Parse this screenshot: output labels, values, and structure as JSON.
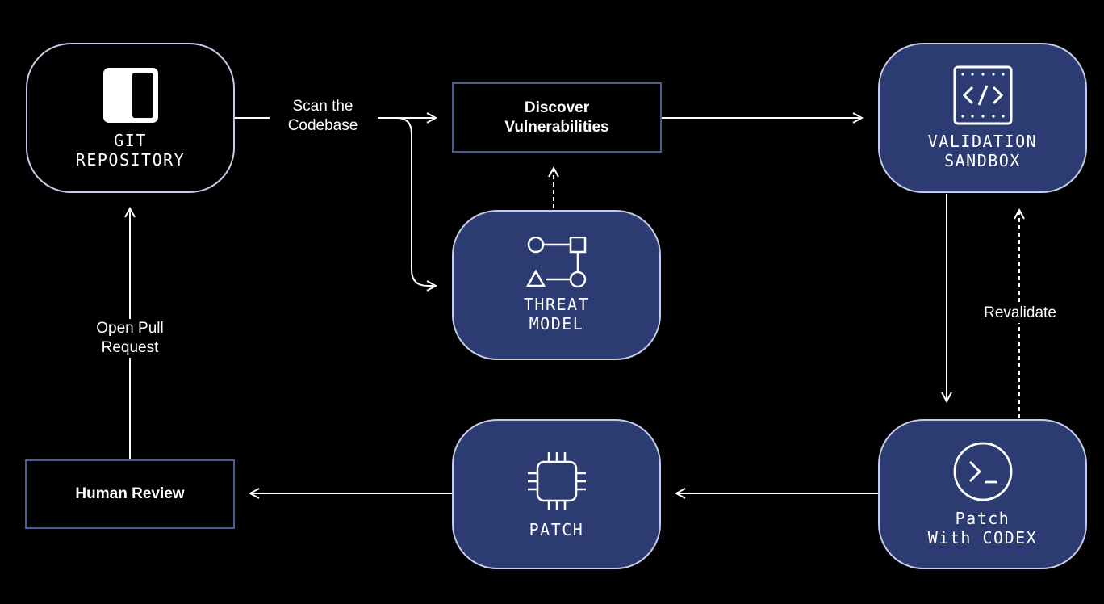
{
  "nodes": {
    "git_repository": "GIT\nREPOSITORY",
    "discover_vulnerabilities": "Discover\nVulnerabilities",
    "validation_sandbox": "VALIDATION\nSANDBOX",
    "threat_model": "THREAT\nMODEL",
    "human_review": "Human Review",
    "patch": "PATCH",
    "patch_with_codex": "Patch\nWith CODEX"
  },
  "edges": {
    "scan_the_codebase": "Scan the\nCodebase",
    "open_pull_request": "Open Pull\nRequest",
    "revalidate": "Revalidate"
  },
  "icons": {
    "git_repository": "split-panel-icon",
    "validation_sandbox": "code-window-icon",
    "threat_model": "shapes-graph-icon",
    "patch": "chip-icon",
    "patch_with_codex": "terminal-prompt-icon"
  },
  "colors": {
    "background": "#000000",
    "node_fill": "#2c3c72",
    "node_border": "#c5cbe6",
    "box_border": "#4d5a93",
    "connector": "#ffffff"
  }
}
